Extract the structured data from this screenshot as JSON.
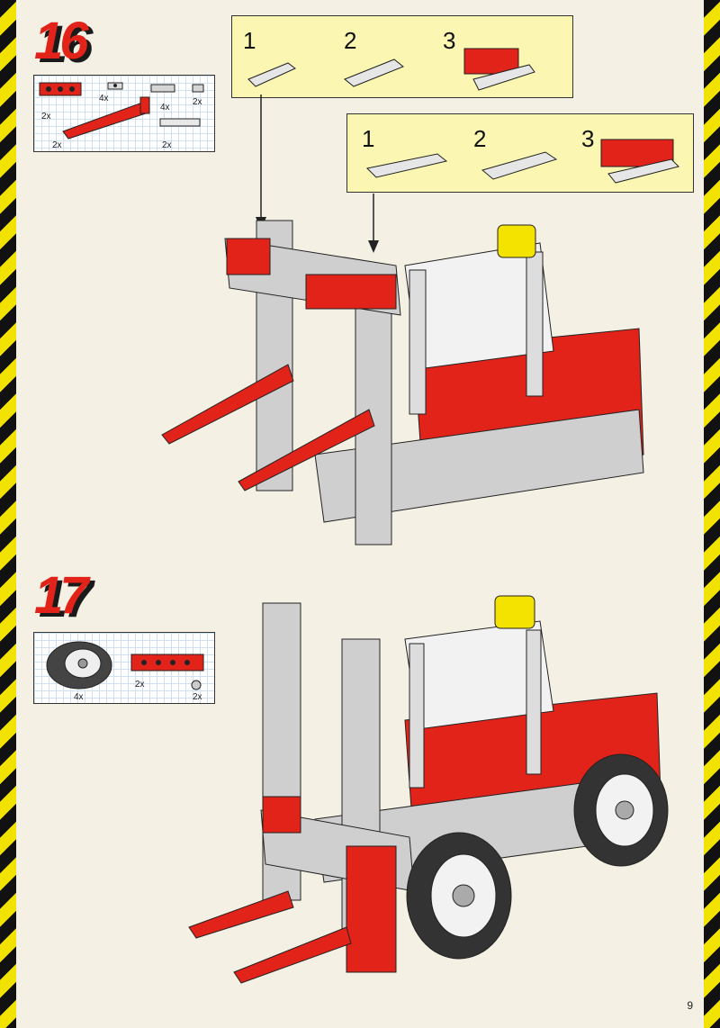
{
  "colors": {
    "red": "#e2231a",
    "grey": "#c9c9c9",
    "white": "#f2f2f2",
    "yellow_box": "#fbf6b2",
    "hazard": "#f2e200"
  },
  "step16": {
    "number": "16",
    "parts": [
      "2x",
      "4x",
      "4x",
      "2x",
      "2x",
      "2x"
    ],
    "sub1": [
      "1",
      "2",
      "3"
    ],
    "sub2": [
      "1",
      "2",
      "3"
    ]
  },
  "step17": {
    "number": "17",
    "parts": [
      "4x",
      "2x",
      "2x"
    ]
  },
  "page_number": "9"
}
